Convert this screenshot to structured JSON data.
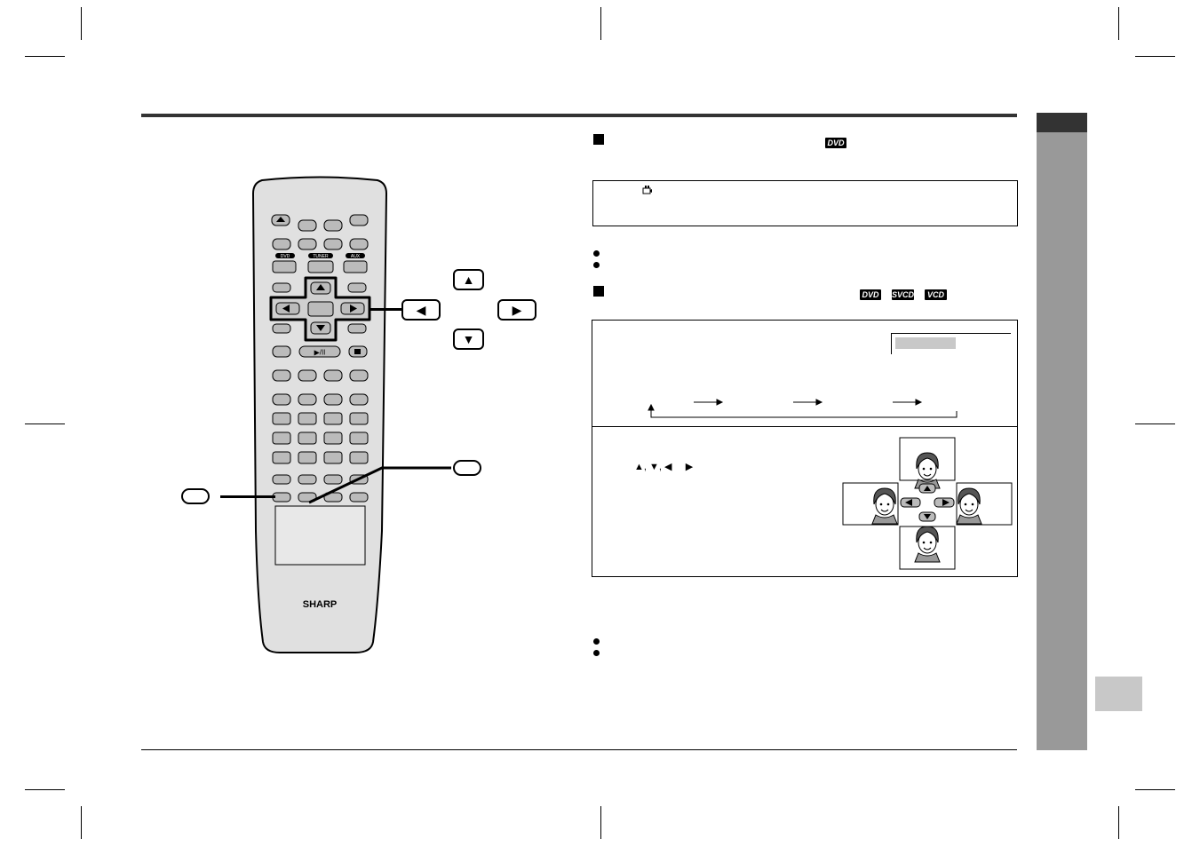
{
  "page": {
    "section_icon_label": "",
    "side_tab_label": ""
  },
  "badges": {
    "dvd": "DVD",
    "svcd": "SVCD",
    "vcd": "VCD"
  },
  "remote": {
    "brand": "SHARP",
    "source_labels": [
      "DVD",
      "TUNER",
      "AUX"
    ],
    "play_pause_glyph": "▶/II",
    "stop_glyph": "■"
  },
  "callouts": {
    "up_arrow": "▲",
    "down_arrow": "▼",
    "left_arrow": "◀",
    "right_arrow": "▶"
  },
  "zoom_panel": {
    "direction_keys": "▲, ▼, ◀     ▶"
  },
  "icons": {
    "section_square": "black-square-icon",
    "bullet": "bullet-icon",
    "angle": "camera-angle-icon"
  }
}
